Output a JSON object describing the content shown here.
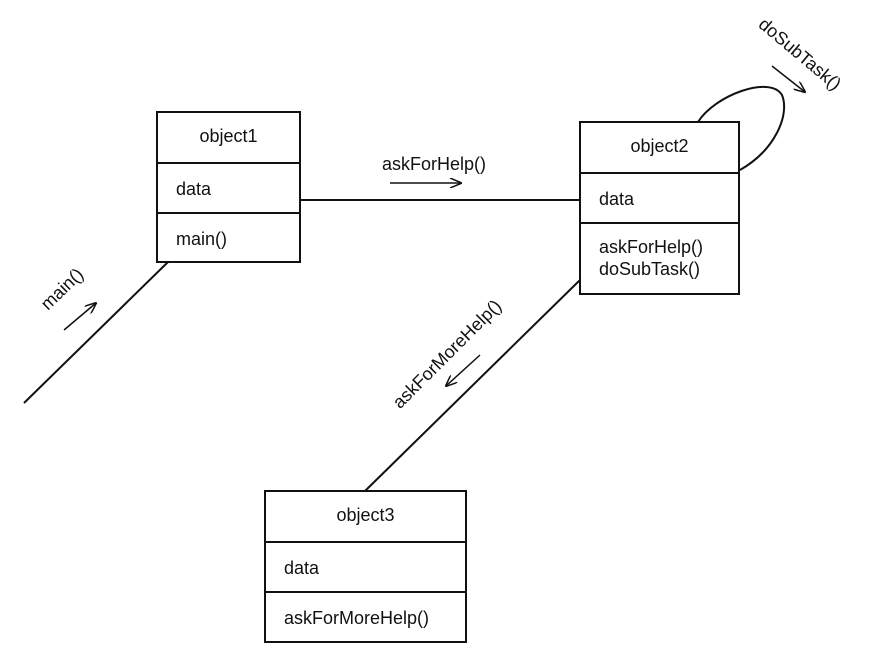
{
  "objects": [
    {
      "name": "object1",
      "attributes": [
        "data"
      ],
      "operations": [
        "main()"
      ]
    },
    {
      "name": "object2",
      "attributes": [
        "data"
      ],
      "operations": [
        "askForHelp()",
        "doSubTask()"
      ]
    },
    {
      "name": "object3",
      "attributes": [
        "data"
      ],
      "operations": [
        "askForMoreHelp()"
      ]
    }
  ],
  "messages": {
    "main": "main()",
    "askForHelp": "askForHelp()",
    "askForMoreHelp": "askForMoreHelp()",
    "doSubTask": "doSubTask()"
  }
}
